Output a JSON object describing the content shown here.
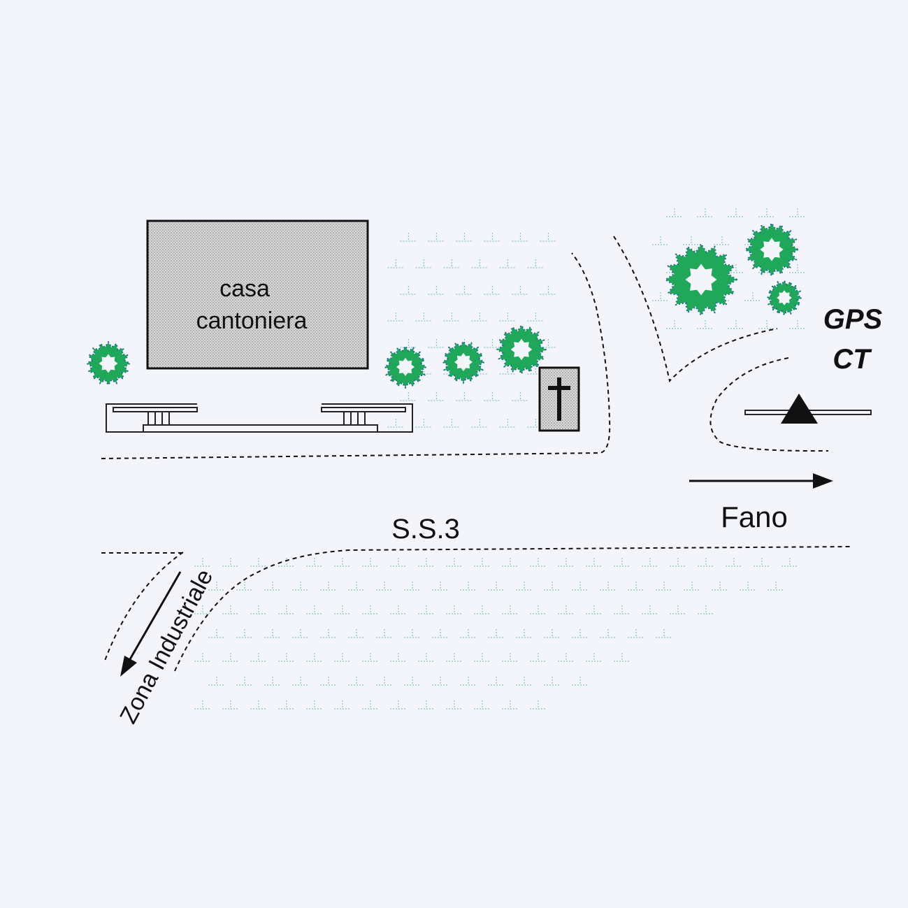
{
  "labels": {
    "building": [
      "casa",
      "cantoniera"
    ],
    "road": "S.S.3",
    "direction_east": "Fano",
    "direction_southwest": "Zona Industriale",
    "station": [
      "GPS",
      "CT"
    ]
  },
  "colors": {
    "background": "#f4f5fb",
    "ink": "#111111",
    "tree": "#1fa85a",
    "tree_edge": "#1c6a8a",
    "grass": "#7fc6c0",
    "building_fill": "#d6d6d6"
  },
  "symbols": [
    "tree-icon",
    "cross-icon",
    "gps-station-triangle-icon",
    "arrow-icon"
  ]
}
